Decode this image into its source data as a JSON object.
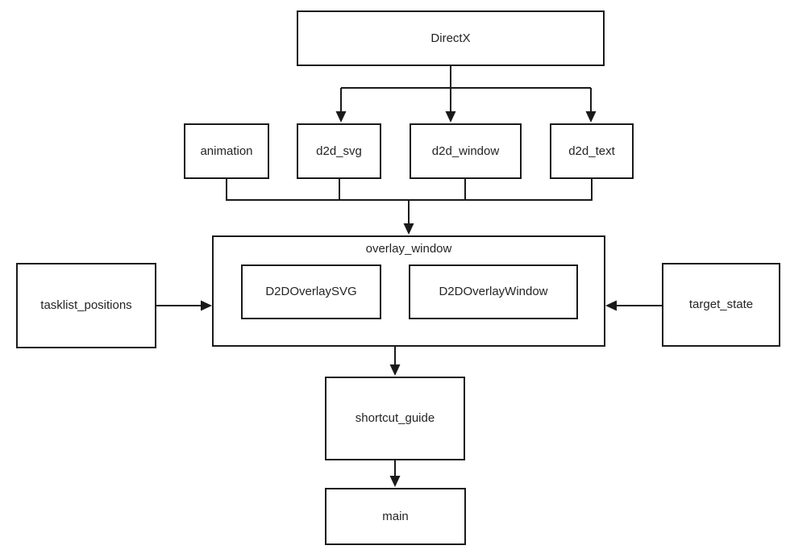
{
  "diagram": {
    "kind": "module-dependency-flowchart",
    "nodes": {
      "directx": {
        "label": "DirectX"
      },
      "animation": {
        "label": "animation"
      },
      "d2d_svg": {
        "label": "d2d_svg"
      },
      "d2d_window": {
        "label": "d2d_window"
      },
      "d2d_text": {
        "label": "d2d_text"
      },
      "overlay_window": {
        "label": "overlay_window"
      },
      "d2d_overlay_svg": {
        "label": "D2DOverlaySVG"
      },
      "d2d_overlay_window": {
        "label": "D2DOverlayWindow"
      },
      "tasklist_positions": {
        "label": "tasklist_positions"
      },
      "target_state": {
        "label": "target_state"
      },
      "shortcut_guide": {
        "label": "shortcut_guide"
      },
      "main": {
        "label": "main"
      }
    },
    "edges": [
      {
        "from": "DirectX",
        "to": "d2d_svg",
        "style": "arrow"
      },
      {
        "from": "DirectX",
        "to": "d2d_window",
        "style": "arrow"
      },
      {
        "from": "DirectX",
        "to": "d2d_text",
        "style": "arrow"
      },
      {
        "from": "animation",
        "to": "overlay_window",
        "style": "merged-bus-arrow"
      },
      {
        "from": "d2d_svg",
        "to": "overlay_window",
        "style": "merged-bus-arrow"
      },
      {
        "from": "d2d_window",
        "to": "overlay_window",
        "style": "merged-bus-arrow"
      },
      {
        "from": "d2d_text",
        "to": "overlay_window",
        "style": "merged-bus-arrow"
      },
      {
        "from": "tasklist_positions",
        "to": "overlay_window",
        "style": "arrow"
      },
      {
        "from": "target_state",
        "to": "overlay_window",
        "style": "arrow"
      },
      {
        "from": "overlay_window",
        "to": "shortcut_guide",
        "style": "arrow"
      },
      {
        "from": "shortcut_guide",
        "to": "main",
        "style": "arrow"
      }
    ],
    "containment": {
      "overlay_window": [
        "D2DOverlaySVG",
        "D2DOverlayWindow"
      ]
    },
    "colors": {
      "line": "#1a1a1a",
      "text": "#242424",
      "background": "#ffffff"
    }
  }
}
